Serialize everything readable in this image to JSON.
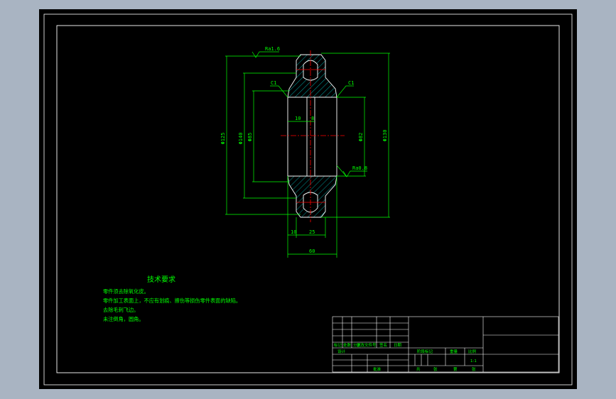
{
  "colors": {
    "background": "#a9b4c2",
    "sheet": "#000000",
    "frame": "#ffffff",
    "dimension": "#00ff00",
    "centerline": "#ff0000",
    "hatch": "#00c8c8"
  },
  "dimensions": {
    "outer_diameter": "Φ125",
    "groove_diameter": "Φ140",
    "bore_diameter": "Φ85",
    "hub_diameter": "Φ82",
    "right_diameter": "Φ130",
    "hub_width": "60",
    "left_offset": "10",
    "rim_width": "25",
    "bore_left": "10",
    "bore_right": "8",
    "chamfer_left": "C1",
    "chamfer_right": "C1"
  },
  "surface_finish": {
    "top": "Ra1.6",
    "right": "Ra0.8"
  },
  "notes": {
    "title": "技术要求",
    "lines": [
      "零件须去除氧化皮。",
      "零件加工表面上，不应有划痕、擦伤等损伤零件表面的缺陷。",
      "去除毛刺飞边。",
      "未注倒角，圆角。"
    ]
  },
  "title_block": {
    "row_labels": [
      "标记",
      "处数",
      "分区",
      "更改文件号",
      "签名",
      "日期"
    ],
    "design": "设计",
    "stage_label": "阶段标记",
    "weight_label": "重量",
    "scale_label": "比例",
    "scale_value": "1:1",
    "approve": "批准",
    "sheets_total": "共",
    "sheet_label": "张",
    "sheet_no": "第",
    "sheet_unit": "张"
  }
}
